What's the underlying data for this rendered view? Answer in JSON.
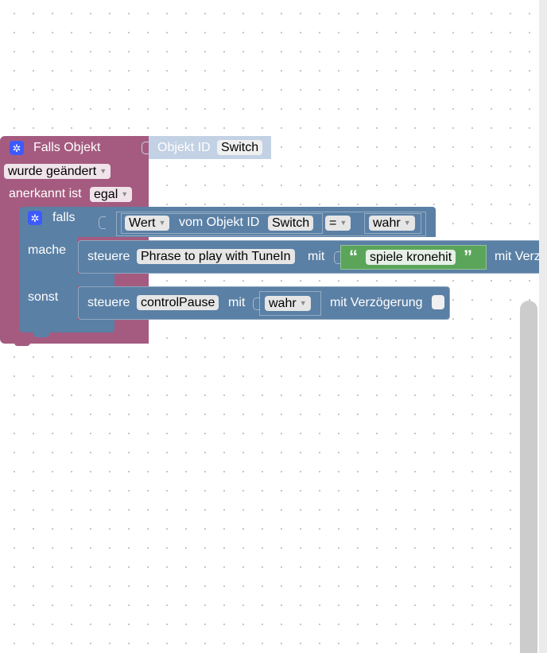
{
  "trigger_block": {
    "title": "Falls Objekt",
    "object_id_label": "Objekt ID",
    "object_id_value": "Switch",
    "event_value": "wurde geändert",
    "ack_label": "anerkannt ist",
    "ack_value": "egal",
    "color": "#a55b80"
  },
  "if_block": {
    "falls_label": "falls",
    "mache_label": "mache",
    "sonst_label": "sonst",
    "color": "#5b80a5"
  },
  "condition": {
    "wert_value": "Wert",
    "vom_objekt_label": "vom Objekt ID",
    "object_value": "Switch",
    "operator": "=",
    "compare_value": "wahr"
  },
  "then_action": {
    "steuere_label": "steuere",
    "target": "Phrase to play with TuneIn",
    "mit_label": "mit",
    "open_quote": "“",
    "string_value": "spiele kronehit",
    "close_quote": "”",
    "delay_label": "mit Verz",
    "string_color": "#5ba55b"
  },
  "else_action": {
    "steuere_label": "steuere",
    "target": "controlPause",
    "mit_label": "mit",
    "value": "wahr",
    "delay_label": "mit Verzögerung"
  }
}
